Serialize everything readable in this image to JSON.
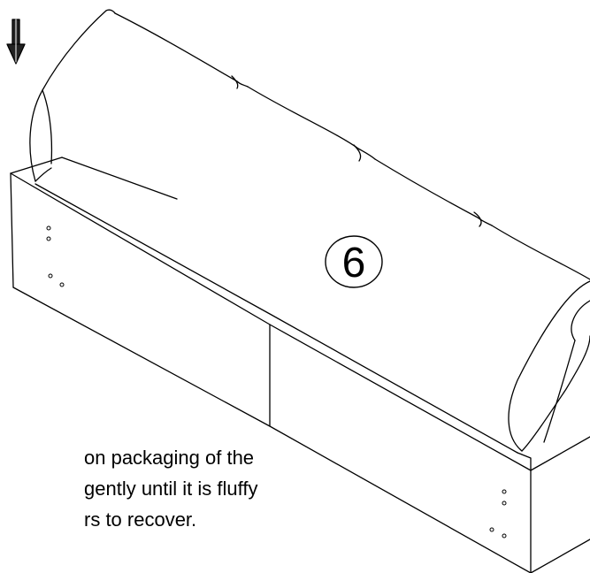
{
  "step": {
    "number": "6"
  },
  "instructions": {
    "lines": [
      "on packaging of the",
      "gently until it is fluffy",
      "rs to recover."
    ]
  },
  "icons": {
    "direction": "down-arrow-icon"
  }
}
